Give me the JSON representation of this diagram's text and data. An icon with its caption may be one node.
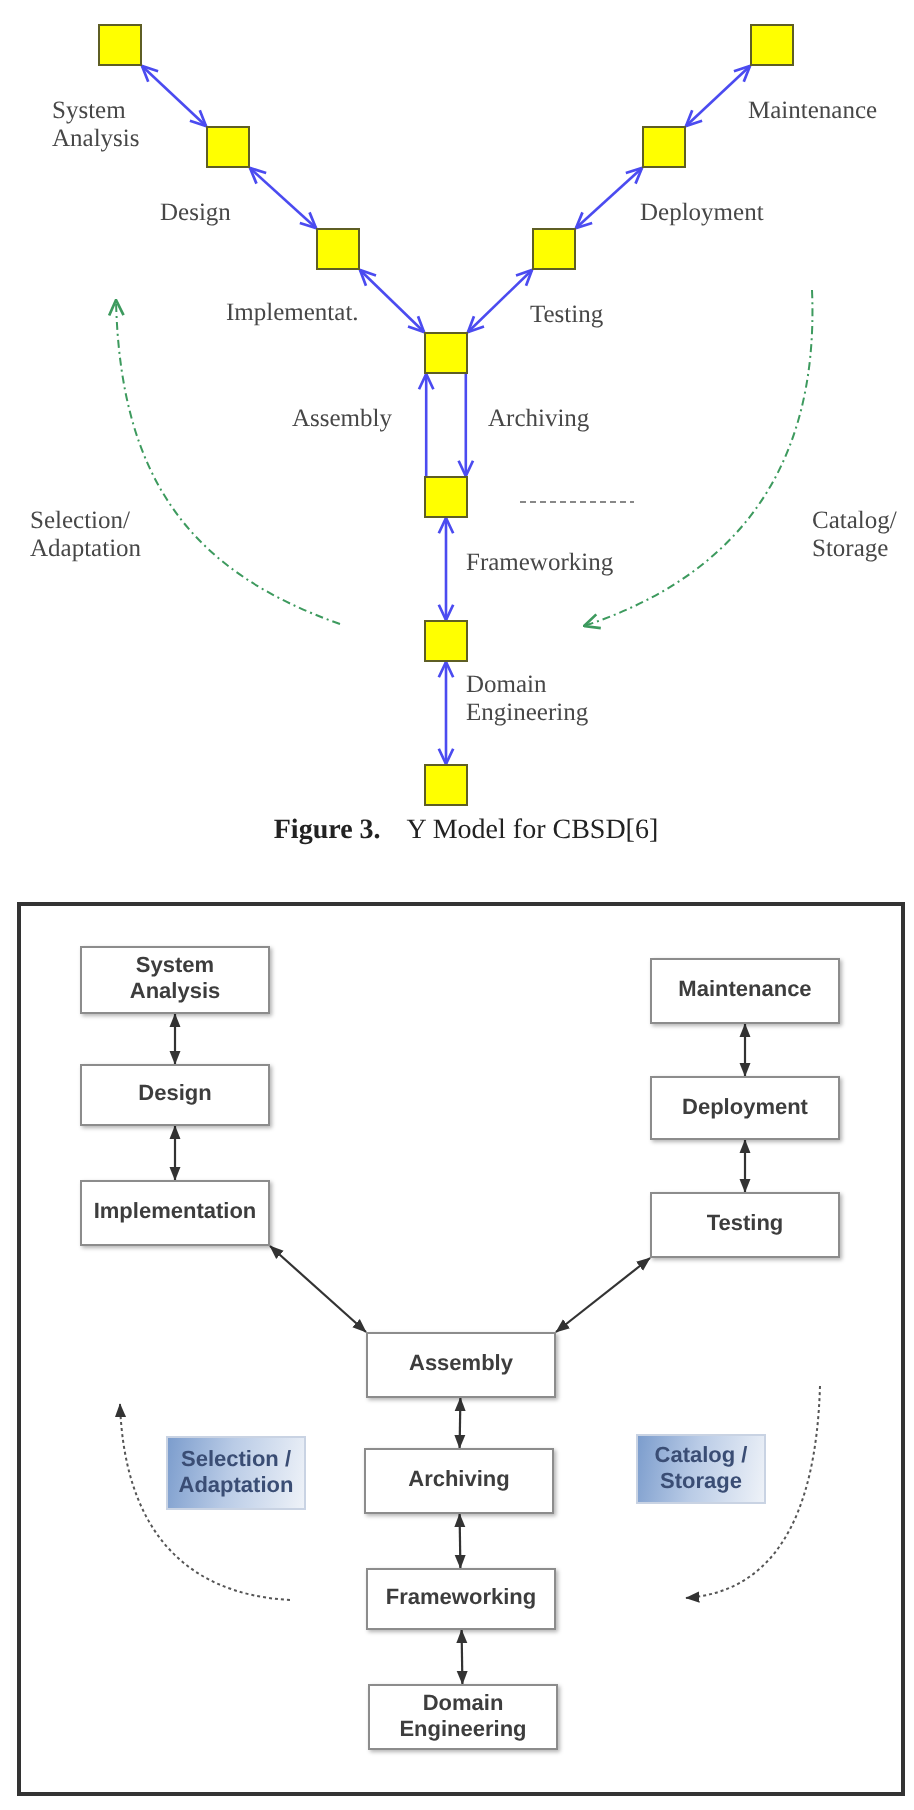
{
  "diagram": {
    "caption": "**Figure 3.** Y Model for CBSD[6]",
    "nodes": [
      {
        "text": [],
        "shape": "box"
      },
      {
        "text": [],
        "shape": "box"
      },
      {
        "text": [],
        "shape": "box"
      },
      {
        "text": [],
        "shape": "box"
      },
      {
        "text": [],
        "shape": "box"
      },
      {
        "text": [],
        "shape": "box"
      },
      {
        "text": [],
        "shape": "box"
      },
      {
        "text": [],
        "shape": "box"
      },
      {
        "text": [],
        "shape": "box"
      },
      {
        "text": [],
        "shape": "box"
      },
      {
        "text": [
          "System Analysis"
        ]
      },
      {
        "text": [
          "Design"
        ]
      },
      {
        "text": [
          "Implementation"
        ]
      },
      {
        "text": [
          "Maintenance"
        ]
      },
      {
        "text": [
          "Deployment"
        ]
      },
      {
        "text": [
          "Testing"
        ]
      },
      {
        "text": [
          "Assembly"
        ]
      },
      {
        "text": [
          "Selection / Adaptation"
        ]
      },
      {
        "text": [
          "Archiving"
        ]
      },
      {
        "text": [
          "Catalog / Storage"
        ]
      },
      {
        "text": [
          "Frameworking"
        ]
      },
      {
        "text": [
          "Domain Engineering"
        ]
      }
    ],
    "edges": [
      {
        "from": 0,
        "to": 1,
        "arrow": "both",
        "label": "System Analysis",
        "color": "#4b4bf0"
      },
      {
        "from": 1,
        "to": 2,
        "arrow": "both",
        "label": "Design",
        "color": "#4b4bf0"
      },
      {
        "from": 2,
        "to": 6,
        "arrow": "both",
        "label": "Implementat.",
        "color": "#4b4bf0"
      },
      {
        "from": 3,
        "to": 4,
        "arrow": "both",
        "label": "Maintenance",
        "color": "#4b4bf0"
      },
      {
        "from": 4,
        "to": 5,
        "arrow": "both",
        "label": "Deployment",
        "color": "#4b4bf0"
      },
      {
        "from": 5,
        "to": 6,
        "arrow": "both",
        "label": "Testing",
        "color": "#4b4bf0"
      },
      {
        "from": 7,
        "to": 6,
        "arrow": "to",
        "label": "Assembly",
        "color": "#4b4bf0"
      },
      {
        "from": 6,
        "to": 7,
        "arrow": "to",
        "label": "Archiving",
        "color": "#4b4bf0"
      },
      {
        "from": 7,
        "to": 8,
        "arrow": "both",
        "label": "Frameworking",
        "color": "#4b4bf0"
      },
      {
        "from": 8,
        "to": 9,
        "arrow": "both",
        "label": "Domain Engineering",
        "color": "#4b4bf0"
      },
      {
        "from": 10,
        "to": 11,
        "arrow": "both",
        "color": "#333333"
      },
      {
        "from": 11,
        "to": 12,
        "arrow": "both",
        "color": "#333333"
      },
      {
        "from": 12,
        "to": 16,
        "arrow": "both",
        "color": "#333333"
      },
      {
        "from": 13,
        "to": 14,
        "arrow": "both",
        "color": "#333333"
      },
      {
        "from": 14,
        "to": 15,
        "arrow": "both",
        "color": "#333333"
      },
      {
        "from": 15,
        "to": 16,
        "arrow": "both",
        "color": "#333333"
      },
      {
        "from": 16,
        "to": 18,
        "arrow": "both",
        "color": "#333333"
      },
      {
        "from": 18,
        "to": 20,
        "arrow": "both",
        "color": "#333333"
      },
      {
        "from": 20,
        "to": 21,
        "arrow": "both",
        "color": "#333333"
      }
    ],
    "labels": [
      "Selection/ Adaptation",
      "Catalog/ Storage"
    ]
  }
}
